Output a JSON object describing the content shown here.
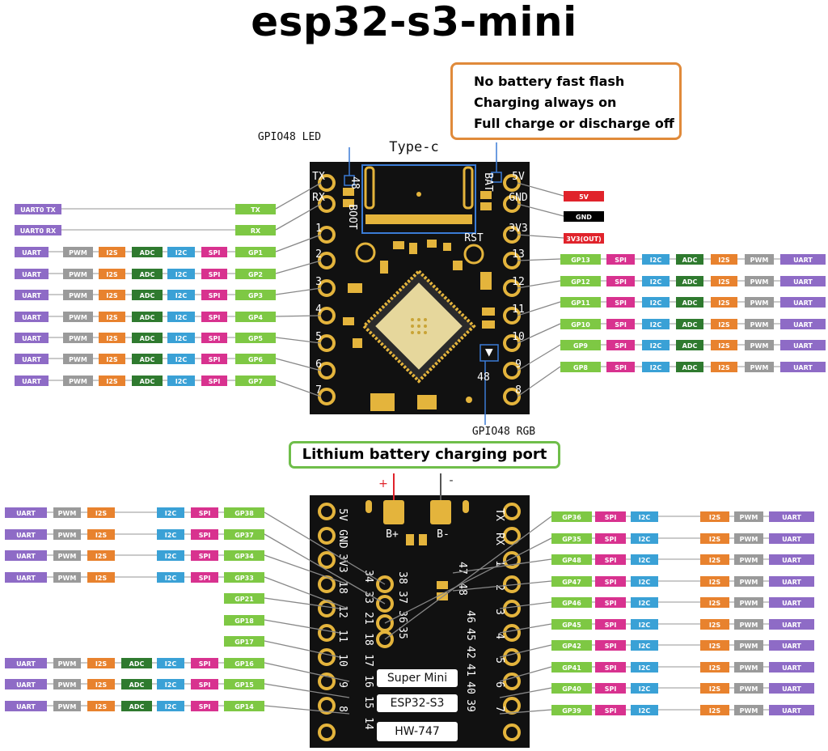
{
  "title": "esp32-s3-mini",
  "note_lines": [
    "No battery fast flash",
    "Charging always on",
    "Full charge or discharge off"
  ],
  "labels": {
    "gpio48_led": "GPIO48 LED",
    "type_c": "Type-c",
    "gpio48_rgb": "GPIO48 RGB",
    "charging_port": "Lithium battery charging port",
    "plus": "+",
    "minus": "-",
    "super_mini": "Super Mini",
    "esp32_s3": "ESP32-S3",
    "hw_747": "HW-747",
    "bat": "BAT",
    "boot": "BOOT",
    "rst": "RST",
    "b_plus": "B+",
    "b_minus": "B-",
    "num_48": "48"
  },
  "colors": {
    "uart": "#8e6bc6",
    "pwm": "#9a9a9a",
    "i2s": "#e8822e",
    "adc": "#2f7a2f",
    "i2c": "#3aa1d6",
    "spi": "#d8328f",
    "gp": "#7ec844",
    "v5": "#e0232b",
    "gnd": "#000000",
    "v33": "#e0232b",
    "board": "#111111",
    "pad": "#e4b43c"
  },
  "top_board": {
    "left_edge_labels": [
      "TX",
      "RX",
      "1",
      "2",
      "3",
      "4",
      "5",
      "6",
      "7"
    ],
    "right_edge_labels": [
      "5V",
      "GND",
      "3V3",
      "13",
      "12",
      "11",
      "10",
      "9",
      "8"
    ],
    "left_rows": [
      {
        "gp": "TX",
        "tags": [
          "UART0 TX"
        ]
      },
      {
        "gp": "RX",
        "tags": [
          "UART0 RX"
        ]
      },
      {
        "gp": "GP1",
        "tags": [
          "UART",
          "PWM",
          "I2S",
          "ADC",
          "I2C",
          "SPI"
        ]
      },
      {
        "gp": "GP2",
        "tags": [
          "UART",
          "PWM",
          "I2S",
          "ADC",
          "I2C",
          "SPI"
        ]
      },
      {
        "gp": "GP3",
        "tags": [
          "UART",
          "PWM",
          "I2S",
          "ADC",
          "I2C",
          "SPI"
        ]
      },
      {
        "gp": "GP4",
        "tags": [
          "UART",
          "PWM",
          "I2S",
          "ADC",
          "I2C",
          "SPI"
        ]
      },
      {
        "gp": "GP5",
        "tags": [
          "UART",
          "PWM",
          "I2S",
          "ADC",
          "I2C",
          "SPI"
        ]
      },
      {
        "gp": "GP6",
        "tags": [
          "UART",
          "PWM",
          "I2S",
          "ADC",
          "I2C",
          "SPI"
        ]
      },
      {
        "gp": "GP7",
        "tags": [
          "UART",
          "PWM",
          "I2S",
          "ADC",
          "I2C",
          "SPI"
        ]
      }
    ],
    "power_rows": [
      "5V",
      "GND",
      "3V3(OUT)"
    ],
    "right_rows": [
      {
        "gp": "GP13",
        "tags": [
          "SPI",
          "I2C",
          "ADC",
          "I2S",
          "PWM",
          "UART"
        ]
      },
      {
        "gp": "GP12",
        "tags": [
          "SPI",
          "I2C",
          "ADC",
          "I2S",
          "PWM",
          "UART"
        ]
      },
      {
        "gp": "GP11",
        "tags": [
          "SPI",
          "I2C",
          "ADC",
          "I2S",
          "PWM",
          "UART"
        ]
      },
      {
        "gp": "GP10",
        "tags": [
          "SPI",
          "I2C",
          "ADC",
          "I2S",
          "PWM",
          "UART"
        ]
      },
      {
        "gp": "GP9",
        "tags": [
          "SPI",
          "I2C",
          "ADC",
          "I2S",
          "PWM",
          "UART"
        ]
      },
      {
        "gp": "GP8",
        "tags": [
          "SPI",
          "I2C",
          "ADC",
          "I2S",
          "PWM",
          "UART"
        ]
      }
    ]
  },
  "bottom_board": {
    "left_edge_labels": [
      "5V",
      "GND",
      "3V3",
      "18",
      "12",
      "11",
      "10",
      "9",
      "8"
    ],
    "right_edge_labels": [
      "TX",
      "RX",
      "1",
      "2",
      "3",
      "4",
      "5",
      "6",
      "7"
    ],
    "inner_left_labels": [
      "38",
      "37",
      "36",
      "35"
    ],
    "inner_right_labels": [
      "47",
      "48"
    ],
    "inner_mid_labels": [
      "34",
      "33",
      "21",
      "18",
      "17",
      "16",
      "15",
      "14"
    ],
    "inner_right_col_labels": [
      "46",
      "45",
      "42",
      "41",
      "40",
      "39"
    ],
    "left_rows": [
      {
        "gp": "GP38",
        "tags": [
          "UART",
          "PWM",
          "I2S",
          "",
          "I2C",
          "SPI"
        ]
      },
      {
        "gp": "GP37",
        "tags": [
          "UART",
          "PWM",
          "I2S",
          "",
          "I2C",
          "SPI"
        ]
      },
      {
        "gp": "GP34",
        "tags": [
          "UART",
          "PWM",
          "I2S",
          "",
          "I2C",
          "SPI"
        ]
      },
      {
        "gp": "GP33",
        "tags": [
          "UART",
          "PWM",
          "I2S",
          "",
          "I2C",
          "SPI"
        ]
      },
      {
        "gp": "GP21",
        "tags": []
      },
      {
        "gp": "GP18",
        "tags": []
      },
      {
        "gp": "GP17",
        "tags": []
      },
      {
        "gp": "GP16",
        "tags": [
          "UART",
          "PWM",
          "I2S",
          "ADC",
          "I2C",
          "SPI"
        ]
      },
      {
        "gp": "GP15",
        "tags": [
          "UART",
          "PWM",
          "I2S",
          "ADC",
          "I2C",
          "SPI"
        ]
      },
      {
        "gp": "GP14",
        "tags": [
          "UART",
          "PWM",
          "I2S",
          "ADC",
          "I2C",
          "SPI"
        ]
      }
    ],
    "right_rows": [
      {
        "gp": "GP36",
        "tags": [
          "SPI",
          "I2C",
          "I2S",
          "PWM",
          "UART"
        ]
      },
      {
        "gp": "GP35",
        "tags": [
          "SPI",
          "I2C",
          "I2S",
          "PWM",
          "UART"
        ]
      },
      {
        "gp": "GP48",
        "tags": [
          "SPI",
          "I2C",
          "I2S",
          "PWM",
          "UART"
        ]
      },
      {
        "gp": "GP47",
        "tags": [
          "SPI",
          "I2C",
          "I2S",
          "PWM",
          "UART"
        ]
      },
      {
        "gp": "GP46",
        "tags": [
          "SPI",
          "I2C",
          "I2S",
          "PWM",
          "UART"
        ]
      },
      {
        "gp": "GP45",
        "tags": [
          "SPI",
          "I2C",
          "I2S",
          "PWM",
          "UART"
        ]
      },
      {
        "gp": "GP42",
        "tags": [
          "SPI",
          "I2C",
          "I2S",
          "PWM",
          "UART"
        ]
      },
      {
        "gp": "GP41",
        "tags": [
          "SPI",
          "I2C",
          "I2S",
          "PWM",
          "UART"
        ]
      },
      {
        "gp": "GP40",
        "tags": [
          "SPI",
          "I2C",
          "I2S",
          "PWM",
          "UART"
        ]
      },
      {
        "gp": "GP39",
        "tags": [
          "SPI",
          "I2C",
          "I2S",
          "PWM",
          "UART"
        ]
      }
    ]
  }
}
